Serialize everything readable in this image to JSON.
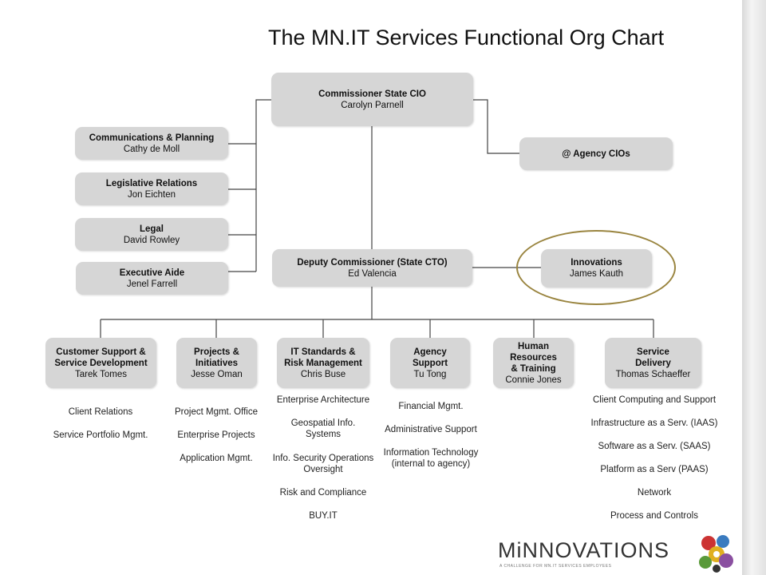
{
  "title": "The MN.IT Services Functional Org Chart",
  "top": {
    "title": "Commissioner State CIO",
    "name": "Carolyn Parnell"
  },
  "staff": [
    {
      "title": "Communications & Planning",
      "name": "Cathy de Moll"
    },
    {
      "title": "Legislative Relations",
      "name": "Jon Eichten"
    },
    {
      "title": "Legal",
      "name": "David Rowley"
    },
    {
      "title": "Executive Aide",
      "name": "Jenel Farrell"
    }
  ],
  "agency": {
    "title": "@ Agency CIOs"
  },
  "deputy": {
    "title": "Deputy Commissioner (State CTO)",
    "name": "Ed Valencia"
  },
  "innovations": {
    "title": "Innovations",
    "name": "James Kauth"
  },
  "divisions": [
    {
      "title1": "Customer Support &",
      "title2": "Service Development",
      "title3": "",
      "name": "Tarek Tomes",
      "functions": [
        "Client Relations",
        "Service Portfolio Mgmt."
      ]
    },
    {
      "title1": "Projects &",
      "title2": "Initiatives",
      "title3": "",
      "name": "Jesse Oman",
      "functions": [
        "Project Mgmt. Office",
        "Enterprise Projects",
        "Application Mgmt."
      ]
    },
    {
      "title1": "IT Standards &",
      "title2": "Risk Management",
      "title3": "",
      "name": "Chris Buse",
      "functions": [
        "Enterprise Architecture",
        "Geospatial Info.\nSystems",
        "Info. Security Operations\nOversight",
        "Risk and Compliance",
        "BUY.IT"
      ]
    },
    {
      "title1": "Agency",
      "title2": "Support",
      "title3": "",
      "name": "Tu Tong",
      "functions": [
        "Financial Mgmt.",
        "Administrative Support",
        "Information Technology\n(internal to agency)"
      ]
    },
    {
      "title1": "Human",
      "title2": "Resources",
      "title3": "& Training",
      "name": "Connie Jones",
      "functions": []
    },
    {
      "title1": "Service",
      "title2": "Delivery",
      "title3": "",
      "name": "Thomas Schaeffer",
      "functions": [
        "Client Computing and Support",
        "Infrastructure as a Serv. (IAAS)",
        "Software as a Serv. (SAAS)",
        "Platform as a Serv (PAAS)",
        "Network",
        "Process and Controls"
      ]
    }
  ],
  "logo": {
    "text": "MiNNOVATIONS",
    "tagline": "A CHALLENGE FOR MN.IT SERVICES EMPLOYEES"
  },
  "colors": {
    "box": "#d6d6d6",
    "line": "#444444",
    "ring": "#9a8540"
  }
}
